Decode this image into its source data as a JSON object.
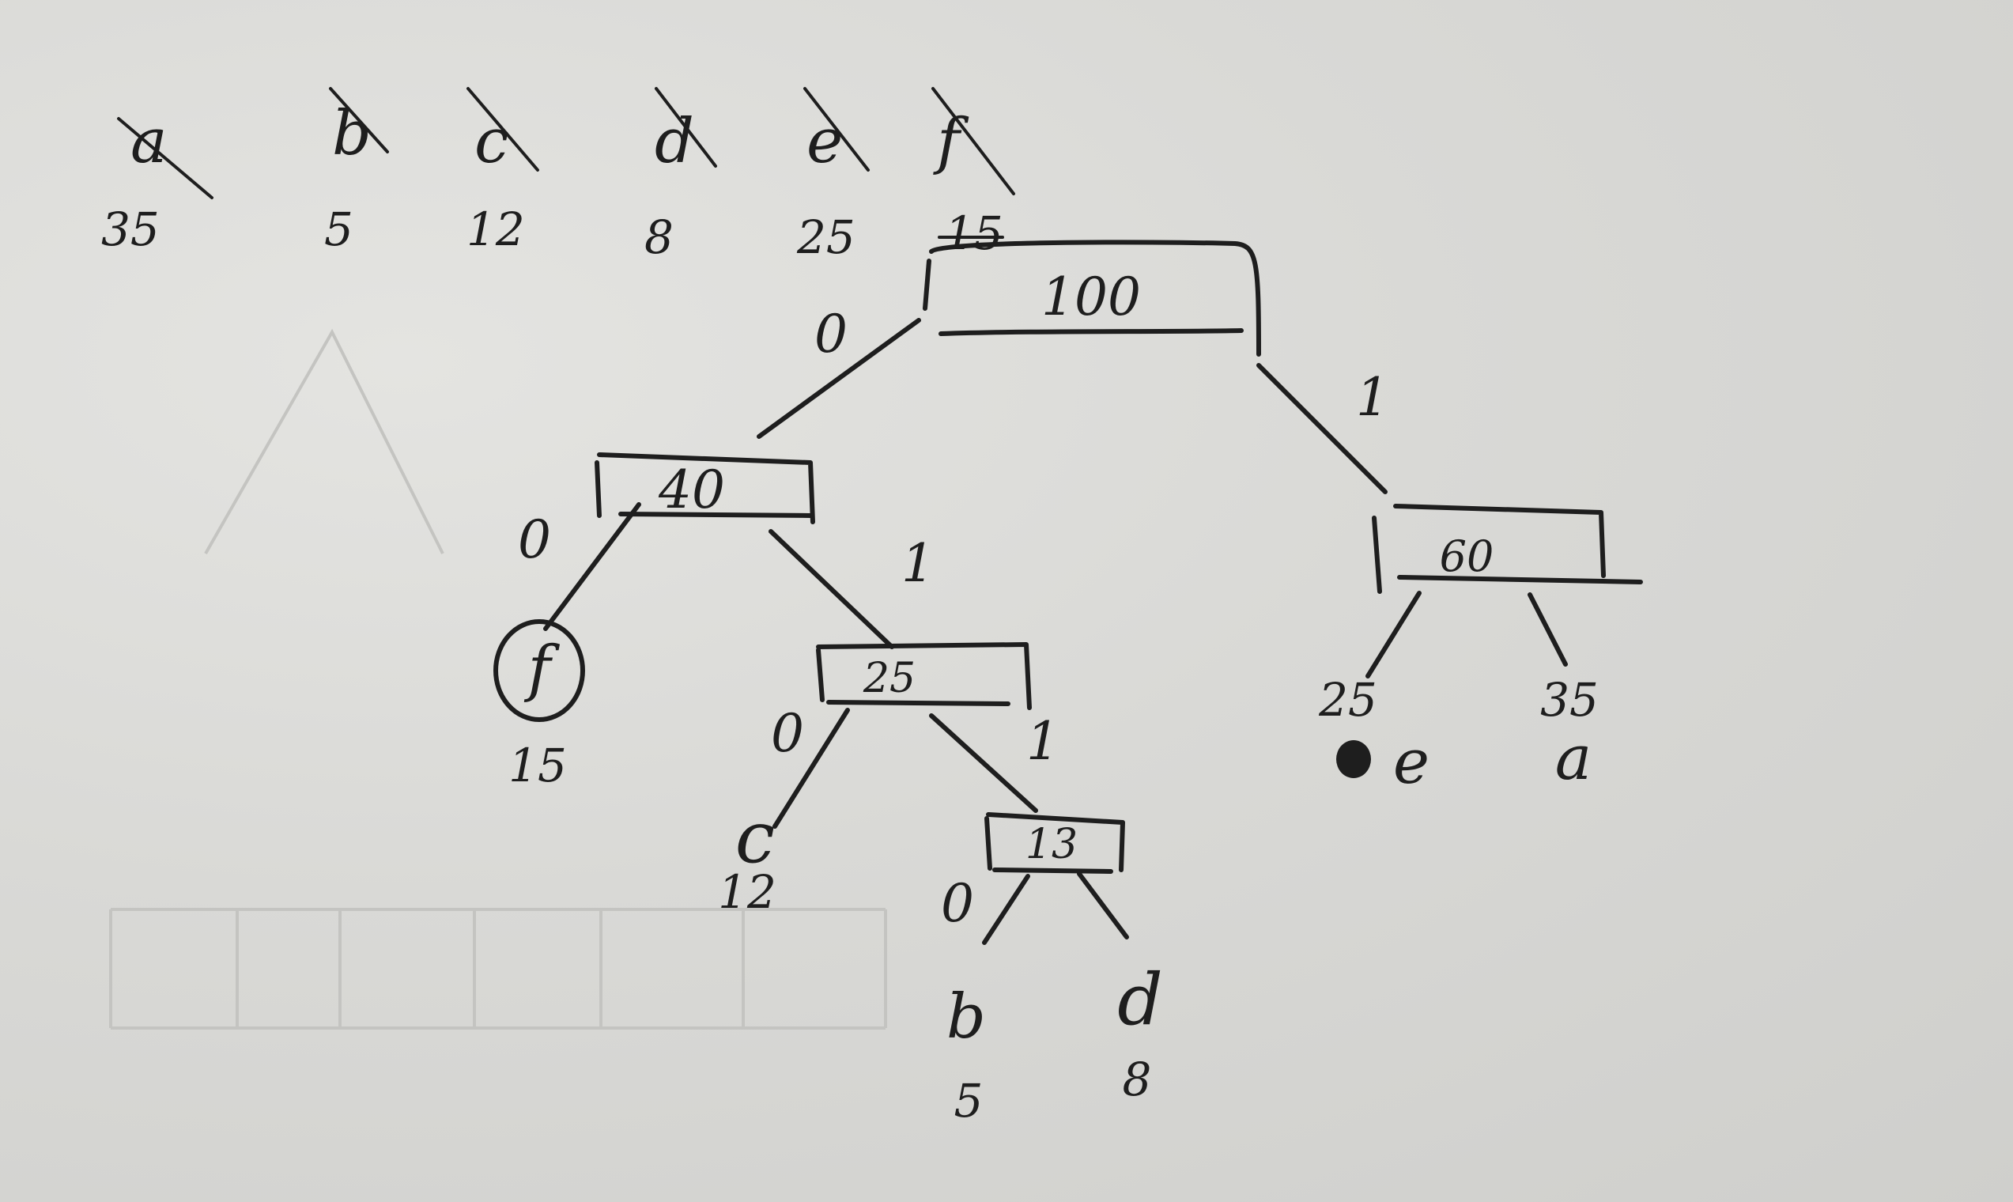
{
  "symbols": [
    {
      "label": "a",
      "weight": "35"
    },
    {
      "label": "b",
      "weight": "5"
    },
    {
      "label": "c",
      "weight": "12"
    },
    {
      "label": "d",
      "weight": "8"
    },
    {
      "label": "e",
      "weight": "25"
    },
    {
      "label": "f",
      "weight": "15"
    }
  ],
  "nodes": {
    "root": "100",
    "left": "40",
    "right": "60",
    "left_right": "25",
    "inner": "13"
  },
  "leaves": {
    "f": {
      "label": "f",
      "weight": "15"
    },
    "c": {
      "label": "c",
      "weight": "12"
    },
    "b": {
      "label": "b",
      "weight": "5"
    },
    "d": {
      "label": "d",
      "weight": "8"
    },
    "e": {
      "label": "e",
      "weight": "25"
    },
    "a": {
      "label": "a",
      "weight": "35"
    }
  },
  "edge_bits": {
    "root_left": "0",
    "root_right": "1",
    "left_left": "0",
    "left_right": "1",
    "n25_left": "0",
    "n25_right": "1",
    "n13_left": "0"
  }
}
